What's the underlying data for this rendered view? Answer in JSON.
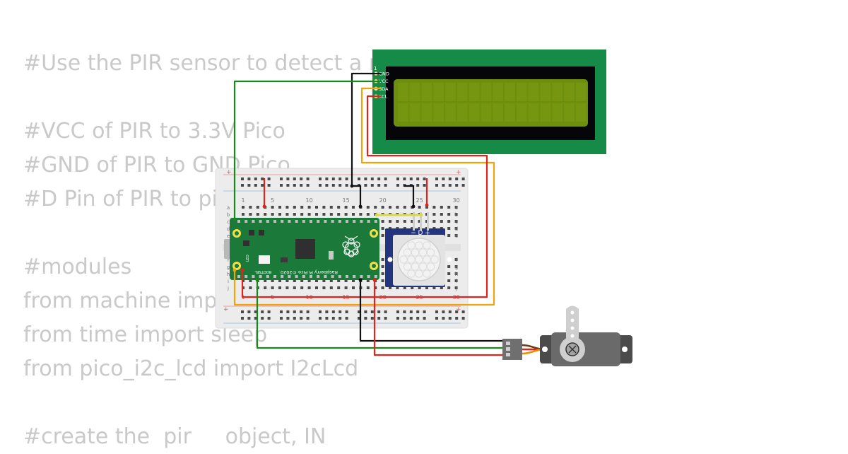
{
  "code_lines": [
    "#Use the PIR sensor to detect a m",
    "",
    "#VCC of PIR to 3.3V Pico",
    "#GND of PIR to GND Pico",
    "#D Pin of PIR to pi",
    "",
    "#modules",
    "from machine imp",
    "from time import sleep",
    "from pico_i2c_lcd import I2cLcd",
    "",
    "#create the  pir     object, IN"
  ],
  "lcd": {
    "pin_number": "1",
    "pins": [
      "GND",
      "VCC",
      "SDA",
      "SCL"
    ],
    "board_color": "#168b48",
    "screen_color": "#6e8f0e"
  },
  "breadboard": {
    "column_labels": [
      "1",
      "5",
      "10",
      "15",
      "20",
      "25",
      "30"
    ],
    "row_labels_top": [
      "a",
      "b",
      "c",
      "d",
      "e"
    ],
    "row_labels_bottom": [
      "f",
      "g",
      "h",
      "i",
      "j"
    ]
  },
  "pico": {
    "label": "Raspberry Pi Pico ©2020",
    "bootsel": "BOOTSEL",
    "led_label": "LED",
    "board_color": "#1b7a3a"
  },
  "pir": {
    "pin_labels": [
      "−",
      "D",
      "+"
    ],
    "frame_color": "#23357f"
  },
  "wire_colors": {
    "green": "#188a1d",
    "black": "#111111",
    "orange": "#f0a30a",
    "red": "#e0241b"
  }
}
